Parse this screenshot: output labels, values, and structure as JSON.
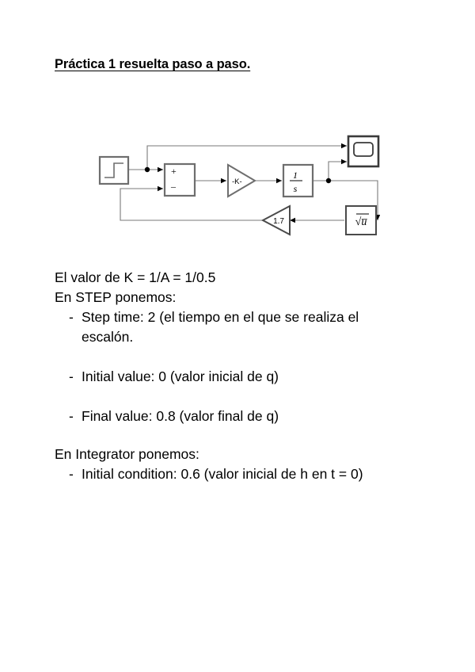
{
  "document": {
    "title": "Práctica 1 resuelta paso a paso."
  },
  "diagram": {
    "name": "simulink-block-diagram",
    "blocks": {
      "step": {
        "label": "",
        "icon": "step-waveform"
      },
      "sum": {
        "plus": "+",
        "minus": "–"
      },
      "gain_k": {
        "label": "-K-"
      },
      "integrator": {
        "numerator": "1",
        "denominator": "s"
      },
      "scope": {
        "label": "",
        "icon": "scope-screen"
      },
      "gain_feedback": {
        "label": "1.7"
      },
      "sqrt": {
        "label": "√u"
      }
    }
  },
  "content": {
    "line_k": "El valor de K = 1/A = 1/0.5",
    "line_step_header": "En STEP ponemos:",
    "dash": "-",
    "bullet_step_time_1": "Step time: 2 (el tiempo en el que se realiza el",
    "bullet_step_time_2": "escalón.",
    "bullet_initial_value": "Initial value: 0 (valor inicial de q)",
    "bullet_final_value": "Final value: 0.8 (valor final de q)",
    "line_integrator_header": "En Integrator ponemos:",
    "bullet_initial_condition": "Initial condition: 0.6 (valor inicial de h en t = 0)"
  }
}
